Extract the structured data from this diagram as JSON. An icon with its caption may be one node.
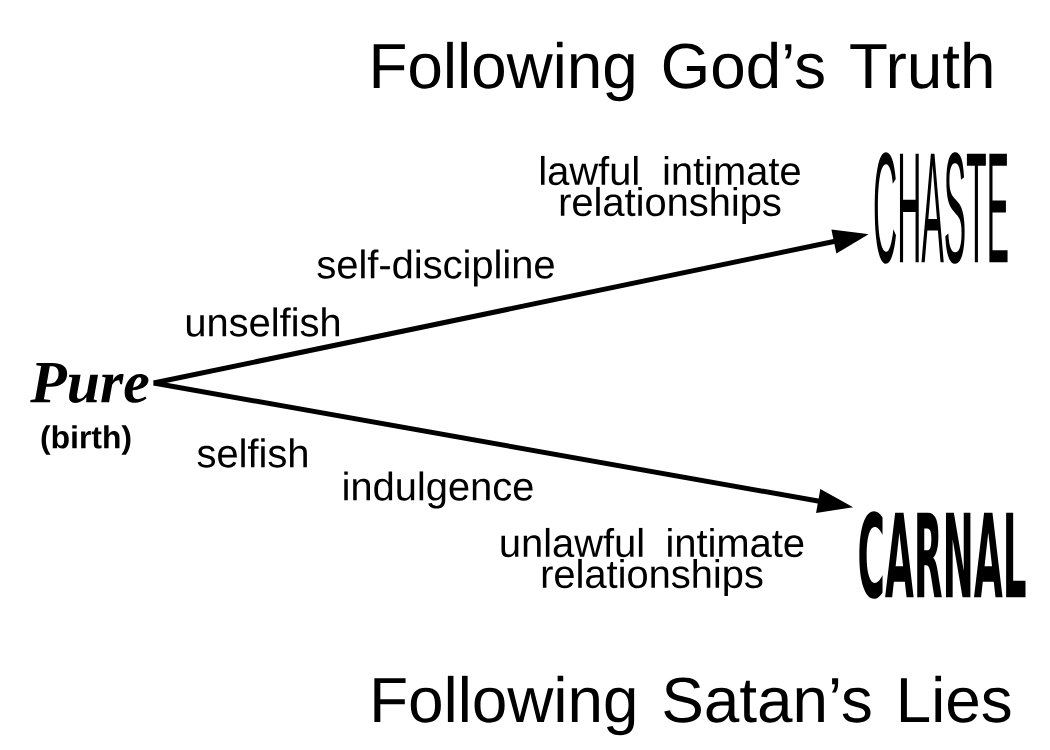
{
  "diagram": {
    "nodes": [
      {
        "text": [
          "Pure"
        ],
        "beside": [
          "(birth)"
        ]
      },
      {
        "text": [
          "CHASTE"
        ]
      },
      {
        "text": [
          "CARNAL"
        ]
      }
    ],
    "edges": [
      {
        "from": 0,
        "to": 1,
        "arrow": "to"
      },
      {
        "from": 0,
        "to": 2,
        "arrow": "to"
      }
    ],
    "labels": [
      "Following God’s Truth",
      "lawful intimate relationships",
      "self-discipline",
      "unselfish",
      "selfish",
      "indulgence",
      "unlawful intimate relationships",
      "Following Satan’s Lies"
    ]
  }
}
